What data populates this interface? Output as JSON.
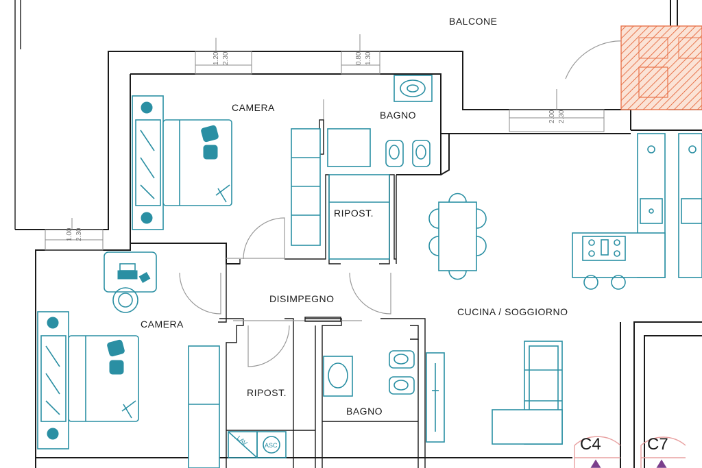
{
  "rooms": {
    "balcone": "BALCONE",
    "camera_top": "CAMERA",
    "bagno_top": "BAGNO",
    "ripost_top": "RIPOST.",
    "disimpegno": "DISIMPEGNO",
    "camera_left": "CAMERA",
    "ripost_bottom": "RIPOST.",
    "bagno_bottom": "BAGNO",
    "cucina_soggiorno": "CUCINA / SOGGIORNO"
  },
  "appliances": {
    "lav": "LAV",
    "asc": "ASC"
  },
  "window_dims": [
    {
      "a": "1.20",
      "b": "2.30"
    },
    {
      "a": "0.80",
      "b": "1.30"
    },
    {
      "a": "2.00",
      "b": "2.30"
    },
    {
      "a": "1.00",
      "b": "2.30"
    }
  ],
  "markers": [
    "C4",
    "C7"
  ],
  "colors": {
    "walls": "#1a1a1a",
    "furniture": "#2a8fa3",
    "doors": "#999999",
    "hatch": "#e8734a",
    "marker": "#e8a0a0",
    "marker_arrow": "#7b3f8c"
  }
}
